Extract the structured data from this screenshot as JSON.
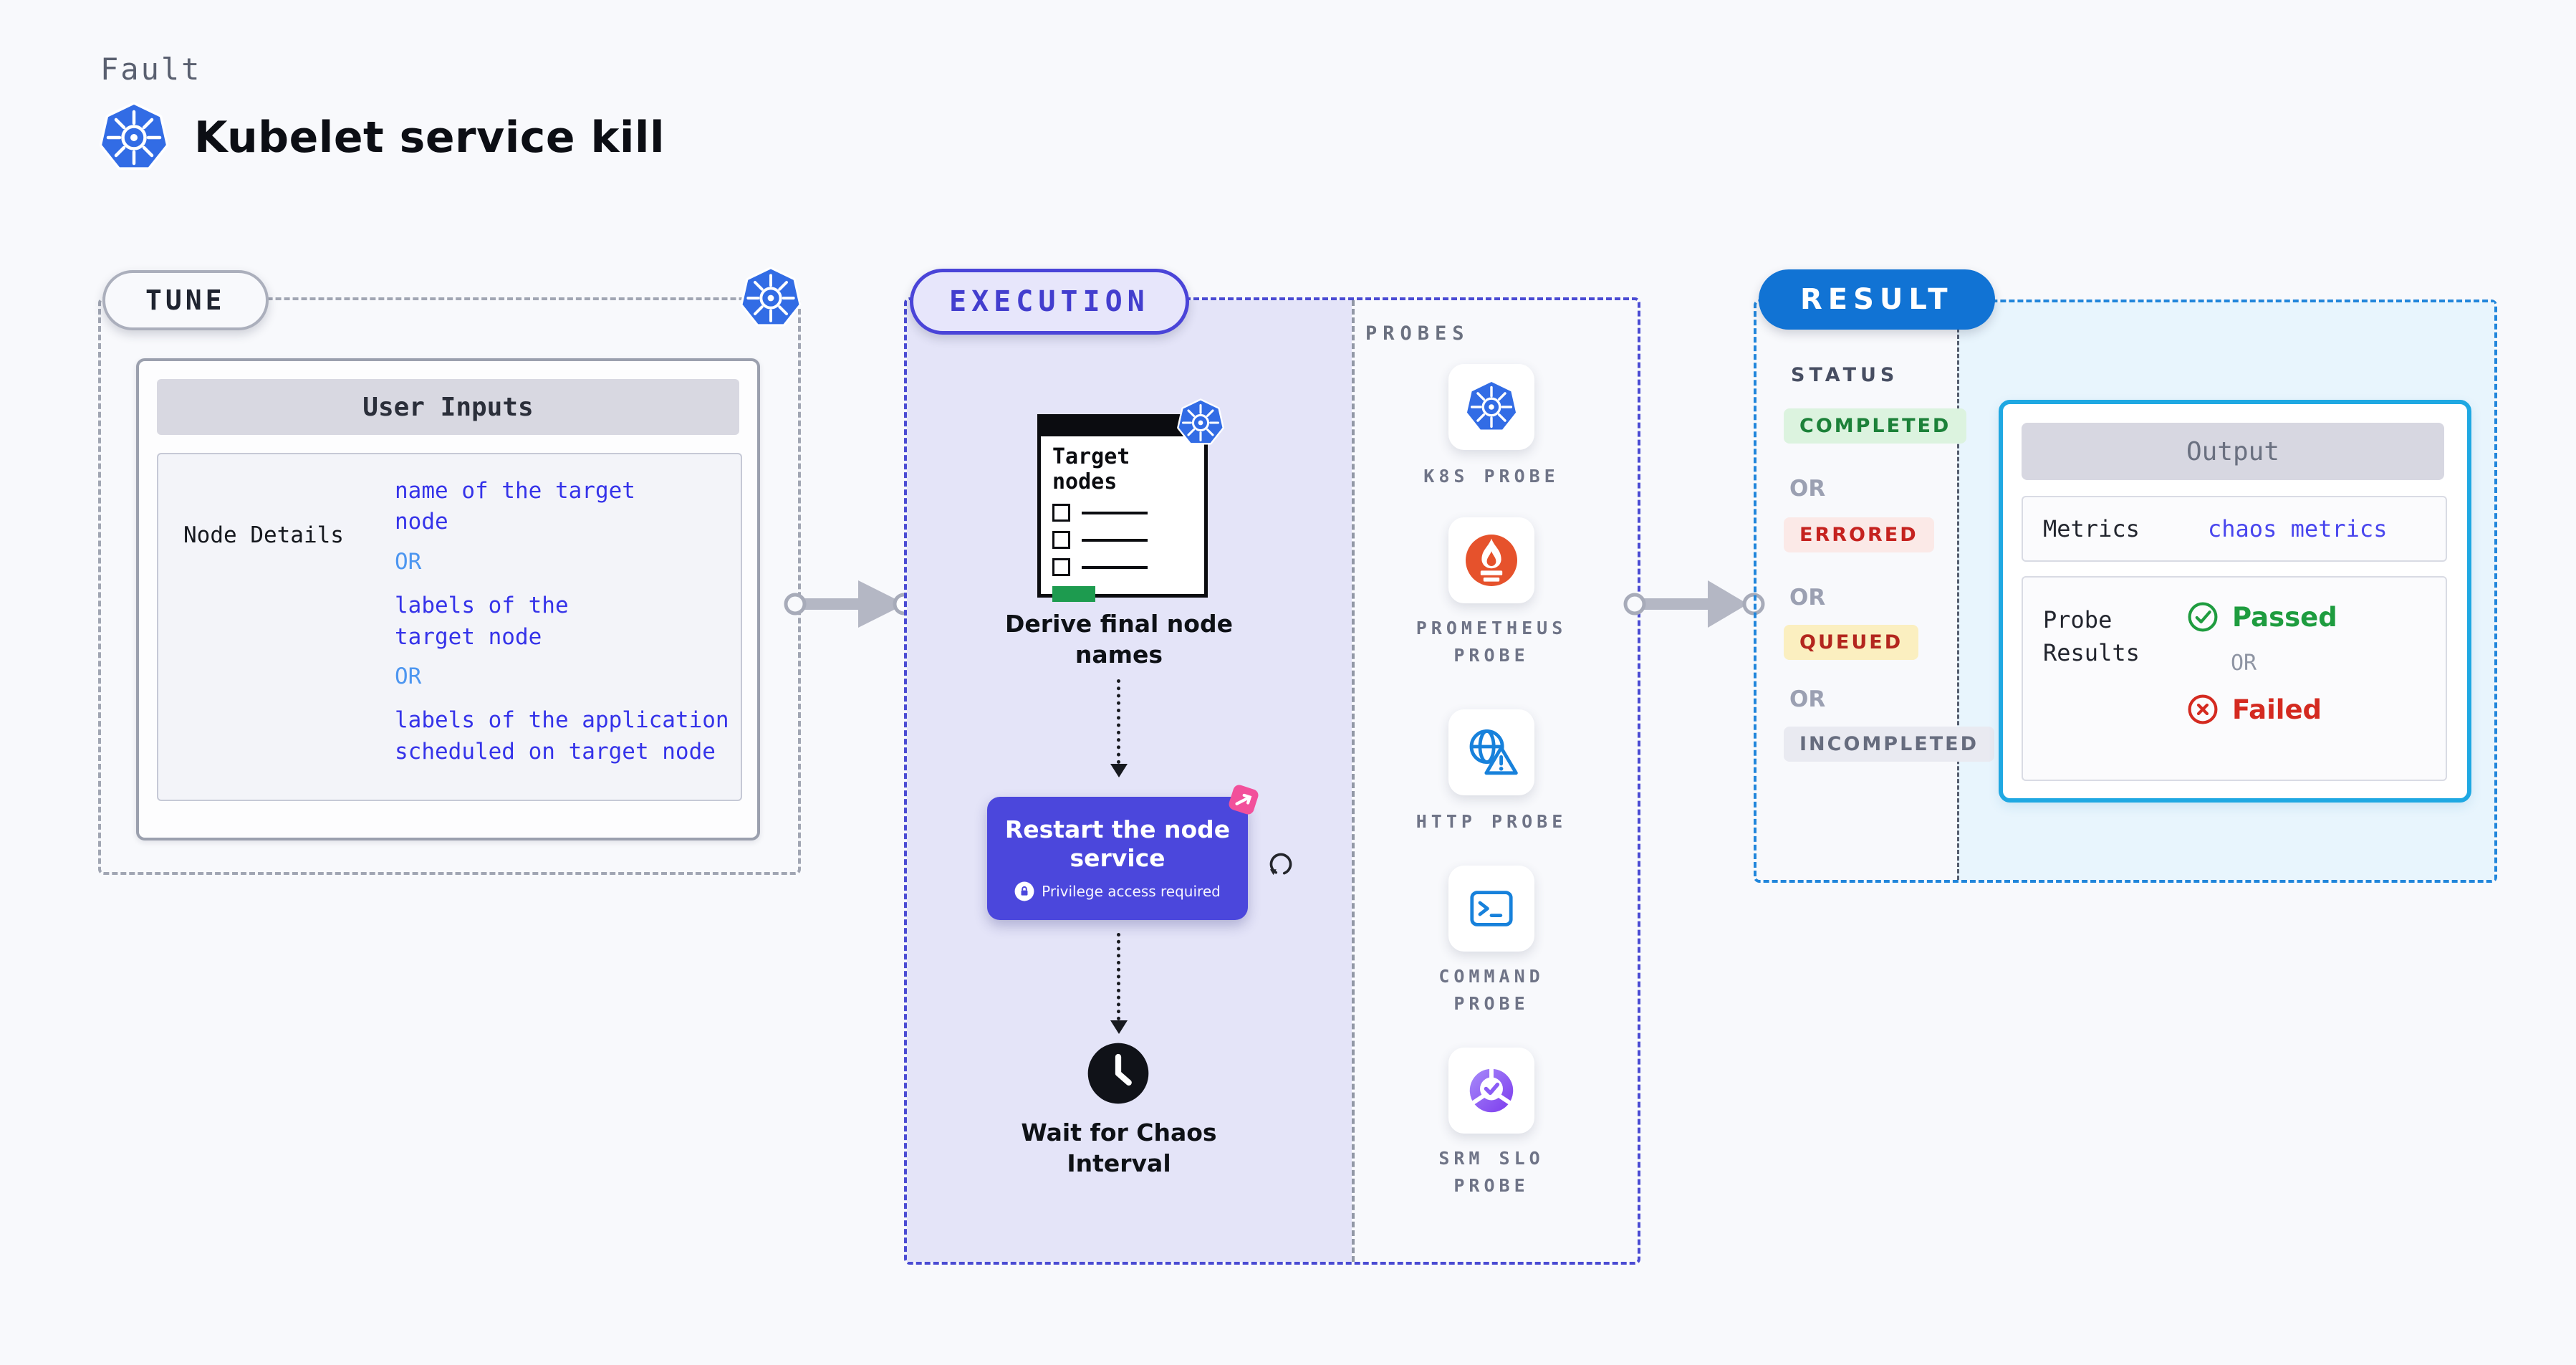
{
  "header": {
    "eyebrow": "Fault",
    "title": "Kubelet service kill"
  },
  "tune": {
    "badge": "TUNE",
    "table_title": "User Inputs",
    "row_label": "Node Details",
    "values": [
      {
        "t": "name of the target\nnode",
        "k": "value"
      },
      {
        "t": "OR",
        "k": "or"
      },
      {
        "t": "labels of the\ntarget node",
        "k": "value"
      },
      {
        "t": "OR",
        "k": "or"
      },
      {
        "t": "labels of the application\nscheduled on target node",
        "k": "value"
      }
    ]
  },
  "execution": {
    "badge": "EXECUTION",
    "card_title": "Target\nnodes",
    "step_derive": "Derive final node\nnames",
    "action_title": "Restart the node\nservice",
    "action_note": "Privilege access required",
    "step_wait": "Wait for Chaos\nInterval"
  },
  "probes": {
    "title": "PROBES",
    "items": [
      {
        "label": "K8S PROBE",
        "icon": "kubernetes-icon"
      },
      {
        "label": "PROMETHEUS\nPROBE",
        "icon": "prometheus-icon"
      },
      {
        "label": "HTTP PROBE",
        "icon": "globe-warning-icon"
      },
      {
        "label": "COMMAND\nPROBE",
        "icon": "terminal-icon"
      },
      {
        "label": "SRM SLO\nPROBE",
        "icon": "slo-donut-check-icon"
      }
    ]
  },
  "result": {
    "badge": "RESULT",
    "status_title": "STATUS",
    "statuses": [
      {
        "label": "COMPLETED",
        "kind": "completed"
      },
      {
        "label": "OR",
        "kind": "or"
      },
      {
        "label": "ERRORED",
        "kind": "errored"
      },
      {
        "label": "OR",
        "kind": "or"
      },
      {
        "label": "QUEUED",
        "kind": "queued"
      },
      {
        "label": "OR",
        "kind": "or"
      },
      {
        "label": "INCOMPLETED",
        "kind": "incompleted"
      }
    ],
    "output": {
      "title": "Output",
      "metrics_label": "Metrics",
      "metrics_value": "chaos metrics",
      "probe_label": "Probe\nResults",
      "passed": "Passed",
      "or_label": "OR",
      "failed": "Failed"
    }
  },
  "colors": {
    "page_bg": "#F8F9FC",
    "lavender_bg": "#E4E4F8",
    "accent_indigo": "#4B47DC",
    "execution_border": "#4A4BD3",
    "result_blue": "#1173D4",
    "result_border": "#2186DB",
    "output_border": "#1FA8E2",
    "value_blue": "#3533E9",
    "or_blue": "#4D96F0",
    "completed_green": "#1C8139",
    "errored_red": "#C5221F",
    "queued_yellow_bg": "#FBEFC0",
    "k8s_blue": "#326CE5",
    "prometheus_orange": "#E6522C",
    "probe_icon_blue": "#1781DB",
    "srm_purple": "#7C3AED",
    "chaos_pink": "#F2509B",
    "success_green": "#1E9C3F",
    "fail_red": "#D42A20"
  }
}
